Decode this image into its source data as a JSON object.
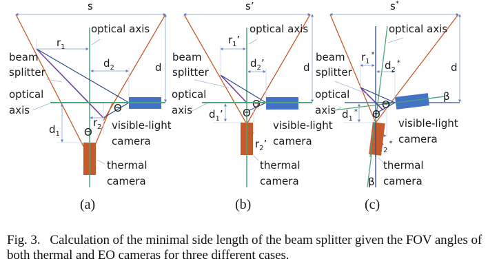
{
  "colors": {
    "fov_line": "#c55a2a",
    "optical_axis": "#4aa57a",
    "ray_blue": "#2f4b8c",
    "beam_splitter": "#7040a0",
    "dim_line": "#9db5d8",
    "visible_camera": "#4472c4",
    "thermal_camera": "#c55a2a",
    "dark_axis": "#2f4b8c"
  },
  "panels": [
    {
      "id": "a",
      "label": "(a)",
      "s_label": "s",
      "r1_label": "r",
      "r1_sub": "1",
      "r1_sup": "",
      "d2_label": "d",
      "d2_sub": "2",
      "d2_sup": "",
      "d_label": "d",
      "d1_label": "d",
      "d1_sub": "1",
      "d1_sup": "",
      "r2_label": "r",
      "r2_sub": "2",
      "r2_sup": "",
      "theta": "Θ",
      "optical_axis_top": "optical axis",
      "beam_splitter": [
        "beam",
        "splitter"
      ],
      "optical_axis_left": [
        "optical",
        "axis"
      ],
      "visible_camera": [
        "visible-light",
        "camera"
      ],
      "thermal_camera": [
        "thermal",
        "camera"
      ]
    },
    {
      "id": "b",
      "label": "(b)",
      "s_label": "s’",
      "r1_label": "r",
      "r1_sub": "1",
      "r1_sup": "’",
      "d2_label": "d",
      "d2_sub": "2",
      "d2_sup": "’",
      "d_label": "d",
      "d1_label": "d",
      "d1_sub": "1",
      "d1_sup": "’",
      "r2_label": "r",
      "r2_sub": "2",
      "r2_sup": "’",
      "theta": "Θ",
      "optical_axis_top": "optical axis",
      "beam_splitter": [
        "beam",
        "splitter"
      ],
      "optical_axis_left": [
        "optical",
        "axis"
      ],
      "visible_camera": [
        "visible-light",
        "camera"
      ],
      "thermal_camera": [
        "thermal",
        "camera"
      ]
    },
    {
      "id": "c",
      "label": "(c)",
      "s_label": "s",
      "s_sup": "*",
      "r1_label": "r",
      "r1_sub": "1",
      "r1_sup": "*",
      "d2_label": "d",
      "d2_sub": "2",
      "d2_sup": "*",
      "d_label": "d",
      "d1_label": "d",
      "d1_sub": "1",
      "d1_sup": "*",
      "r2_label": "r",
      "r2_sub": "2",
      "r2_sup": "*",
      "theta": "Θ",
      "beta": "β",
      "optical_axis_top": "optical axis",
      "beam_splitter": [
        "beam",
        "splitter"
      ],
      "optical_axis_left": [
        "optical",
        "axis"
      ],
      "visible_camera": [
        "visible-light",
        "camera"
      ],
      "thermal_camera": [
        "thermal",
        "camera"
      ]
    }
  ],
  "caption": {
    "prefix": "Fig. 3.",
    "text": "Calculation of the minimal side length of the beam splitter given the FOV angles of both thermal and EO cameras for three different cases."
  }
}
